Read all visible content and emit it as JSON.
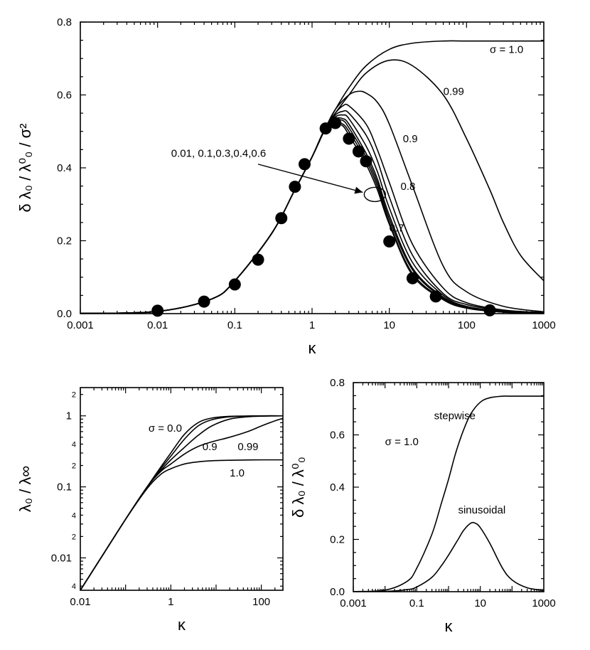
{
  "chart_data": [
    {
      "id": "top",
      "type": "line",
      "xscale": "log",
      "xlim": [
        0.001,
        1000
      ],
      "ylim": [
        0.0,
        0.8
      ],
      "xticks": [
        0.001,
        0.01,
        0.1,
        1,
        10,
        100,
        1000
      ],
      "xtick_labels": [
        "0.001",
        "0.01",
        "0.1",
        "1",
        "10",
        "100",
        "1000"
      ],
      "yticks": [
        0.0,
        0.2,
        0.4,
        0.6,
        0.8
      ],
      "ytick_labels": [
        "0.0",
        "0.2",
        "0.4",
        "0.6",
        "0.8"
      ],
      "xlabel": "κ",
      "ylabel": "δ λ₀ / λ⁰₀ / σ²",
      "series": [
        {
          "label": "σ = 1.0",
          "x": [
            0.001,
            0.01,
            0.05,
            0.1,
            0.3,
            0.6,
            1,
            1.5,
            2,
            3,
            5,
            10,
            20,
            50,
            100,
            300,
            1000
          ],
          "y": [
            0.0005,
            0.006,
            0.04,
            0.09,
            0.22,
            0.34,
            0.43,
            0.51,
            0.56,
            0.62,
            0.68,
            0.725,
            0.742,
            0.748,
            0.748,
            0.748,
            0.748
          ]
        },
        {
          "label": "0.99",
          "x": [
            0.001,
            0.01,
            0.05,
            0.1,
            0.3,
            0.6,
            1,
            1.5,
            2,
            3,
            5,
            10,
            20,
            50,
            100,
            200,
            300,
            500,
            1000
          ],
          "y": [
            0.0005,
            0.006,
            0.04,
            0.09,
            0.22,
            0.34,
            0.43,
            0.51,
            0.55,
            0.6,
            0.66,
            0.695,
            0.68,
            0.6,
            0.48,
            0.34,
            0.25,
            0.16,
            0.09
          ]
        },
        {
          "label": "0.9",
          "x": [
            0.001,
            0.01,
            0.05,
            0.1,
            0.3,
            0.6,
            1,
            1.5,
            2,
            3,
            4,
            5,
            7,
            10,
            20,
            50,
            100,
            300,
            1000
          ],
          "y": [
            0.0005,
            0.006,
            0.04,
            0.09,
            0.22,
            0.34,
            0.43,
            0.51,
            0.56,
            0.6,
            0.61,
            0.605,
            0.58,
            0.52,
            0.35,
            0.13,
            0.06,
            0.02,
            0.005
          ]
        },
        {
          "label": "0.8",
          "x": [
            0.001,
            0.01,
            0.05,
            0.1,
            0.3,
            0.6,
            1,
            1.5,
            2,
            2.5,
            3,
            5,
            7,
            10,
            20,
            50,
            100,
            300,
            1000
          ],
          "y": [
            0.0005,
            0.006,
            0.04,
            0.09,
            0.22,
            0.34,
            0.43,
            0.51,
            0.55,
            0.57,
            0.57,
            0.52,
            0.45,
            0.36,
            0.19,
            0.07,
            0.03,
            0.01,
            0.003
          ]
        },
        {
          "label": "0.7",
          "x": [
            0.001,
            0.01,
            0.05,
            0.1,
            0.3,
            0.6,
            1,
            1.5,
            2,
            2.5,
            3,
            5,
            7,
            10,
            20,
            50,
            100,
            300,
            1000
          ],
          "y": [
            0.0005,
            0.006,
            0.04,
            0.09,
            0.22,
            0.34,
            0.43,
            0.51,
            0.545,
            0.555,
            0.55,
            0.49,
            0.42,
            0.32,
            0.16,
            0.055,
            0.025,
            0.008,
            0.002
          ]
        },
        {
          "label": "0.6",
          "x": [
            0.001,
            0.01,
            0.05,
            0.1,
            0.3,
            0.6,
            1,
            1.5,
            2,
            2.5,
            3,
            5,
            7,
            10,
            20,
            50,
            100,
            300,
            1000
          ],
          "y": [
            0.0005,
            0.006,
            0.04,
            0.09,
            0.22,
            0.34,
            0.43,
            0.51,
            0.54,
            0.545,
            0.535,
            0.46,
            0.39,
            0.29,
            0.14,
            0.05,
            0.02,
            0.006,
            0.002
          ]
        },
        {
          "label": "0.4",
          "x": [
            0.001,
            0.01,
            0.05,
            0.1,
            0.3,
            0.6,
            1,
            1.5,
            2,
            2.5,
            3,
            5,
            7,
            10,
            20,
            50,
            100,
            300,
            1000
          ],
          "y": [
            0.0005,
            0.006,
            0.04,
            0.09,
            0.22,
            0.34,
            0.43,
            0.51,
            0.535,
            0.535,
            0.52,
            0.44,
            0.37,
            0.27,
            0.125,
            0.045,
            0.018,
            0.005,
            0.0015
          ]
        },
        {
          "label": "0.3",
          "x": [
            0.001,
            0.01,
            0.05,
            0.1,
            0.3,
            0.6,
            1,
            1.5,
            2,
            2.5,
            3,
            5,
            7,
            10,
            20,
            50,
            100,
            300,
            1000
          ],
          "y": [
            0.0005,
            0.006,
            0.04,
            0.09,
            0.22,
            0.34,
            0.43,
            0.51,
            0.53,
            0.53,
            0.51,
            0.43,
            0.36,
            0.26,
            0.12,
            0.042,
            0.017,
            0.005,
            0.0015
          ]
        },
        {
          "label": "0.1",
          "x": [
            0.001,
            0.01,
            0.05,
            0.1,
            0.3,
            0.6,
            1,
            1.5,
            2,
            2.5,
            3,
            5,
            7,
            10,
            20,
            50,
            100,
            300,
            1000
          ],
          "y": [
            0.0005,
            0.006,
            0.04,
            0.09,
            0.22,
            0.34,
            0.43,
            0.51,
            0.525,
            0.52,
            0.5,
            0.42,
            0.35,
            0.25,
            0.11,
            0.04,
            0.016,
            0.004,
            0.001
          ]
        },
        {
          "label": "0.01",
          "x": [
            0.001,
            0.01,
            0.05,
            0.1,
            0.3,
            0.6,
            1,
            1.5,
            2,
            2.5,
            3,
            5,
            7,
            10,
            20,
            50,
            100,
            300,
            1000
          ],
          "y": [
            0.0005,
            0.006,
            0.04,
            0.09,
            0.22,
            0.34,
            0.43,
            0.51,
            0.52,
            0.515,
            0.49,
            0.41,
            0.34,
            0.245,
            0.105,
            0.038,
            0.015,
            0.004,
            0.001
          ]
        }
      ],
      "points": {
        "x": [
          0.01,
          0.04,
          0.1,
          0.2,
          0.4,
          0.6,
          0.8,
          1.5,
          2,
          3,
          4,
          5,
          10,
          20,
          40,
          200
        ],
        "y": [
          0.008,
          0.033,
          0.08,
          0.148,
          0.262,
          0.348,
          0.41,
          0.508,
          0.523,
          0.48,
          0.445,
          0.418,
          0.198,
          0.097,
          0.047,
          0.009
        ]
      },
      "annotations": [
        {
          "text": "σ = 1.0",
          "x": 200,
          "y": 0.715
        },
        {
          "text": "0.99",
          "x": 50,
          "y": 0.6
        },
        {
          "text": "0.9",
          "x": 15,
          "y": 0.47
        },
        {
          "text": "0.8",
          "x": 14,
          "y": 0.34
        },
        {
          "text": "0.7",
          "x": 10,
          "y": 0.225
        },
        {
          "text": "0.01, 0.1,0.3,0.4,0.6",
          "x": 0.015,
          "y": 0.43
        }
      ]
    },
    {
      "id": "bottom-left",
      "type": "line",
      "xscale": "log",
      "yscale": "log",
      "xlim": [
        0.01,
        300
      ],
      "ylim": [
        0.0035,
        2.5
      ],
      "xticks": [
        0.01,
        1,
        100
      ],
      "xtick_labels": [
        "0.01",
        "1",
        "100"
      ],
      "yticks": [
        0.01,
        0.1,
        1
      ],
      "ytick_labels": [
        "0.01",
        "0.1",
        "1"
      ],
      "ytick_minor_labels": [
        {
          "v": 0.004,
          "t": "4"
        },
        {
          "v": 0.02,
          "t": "2"
        },
        {
          "v": 0.04,
          "t": "4"
        },
        {
          "v": 0.2,
          "t": "2"
        },
        {
          "v": 0.4,
          "t": "4"
        },
        {
          "v": 2,
          "t": "2"
        }
      ],
      "xlabel": "κ",
      "ylabel": "λ₀ / λ∞",
      "series": [
        {
          "label": "σ = 0.0",
          "x": [
            0.01,
            0.03,
            0.1,
            0.3,
            0.6,
            1,
            2,
            4,
            8,
            20,
            50,
            100,
            300
          ],
          "y": [
            0.0035,
            0.0105,
            0.035,
            0.1,
            0.19,
            0.3,
            0.55,
            0.8,
            0.93,
            0.985,
            0.995,
            1.0,
            1.0
          ]
        },
        {
          "label": "0.6",
          "x": [
            0.01,
            0.03,
            0.1,
            0.3,
            0.6,
            1,
            2,
            4,
            8,
            20,
            50,
            100,
            300
          ],
          "y": [
            0.0035,
            0.0105,
            0.035,
            0.1,
            0.18,
            0.27,
            0.47,
            0.72,
            0.88,
            0.97,
            0.99,
            1.0,
            1.0
          ]
        },
        {
          "label": "0.9",
          "x": [
            0.01,
            0.03,
            0.1,
            0.3,
            0.6,
            1,
            2,
            4,
            8,
            20,
            50,
            100,
            300
          ],
          "y": [
            0.0035,
            0.0105,
            0.035,
            0.1,
            0.17,
            0.24,
            0.36,
            0.53,
            0.72,
            0.9,
            0.97,
            0.99,
            1.0
          ]
        },
        {
          "label": "0.99",
          "x": [
            0.01,
            0.03,
            0.1,
            0.3,
            0.6,
            1,
            2,
            4,
            8,
            20,
            50,
            100,
            200,
            300
          ],
          "y": [
            0.0035,
            0.0105,
            0.035,
            0.1,
            0.165,
            0.21,
            0.29,
            0.37,
            0.43,
            0.5,
            0.6,
            0.72,
            0.85,
            0.92
          ]
        },
        {
          "label": "1.0",
          "x": [
            0.01,
            0.03,
            0.1,
            0.3,
            0.6,
            1,
            2,
            4,
            8,
            20,
            50,
            100,
            300
          ],
          "y": [
            0.0035,
            0.0105,
            0.035,
            0.095,
            0.15,
            0.18,
            0.21,
            0.225,
            0.233,
            0.237,
            0.239,
            0.24,
            0.24
          ]
        }
      ],
      "annotations": [
        {
          "text": "σ = 0.0",
          "x": 0.32,
          "y": 0.6
        },
        {
          "text": "0.9",
          "x": 5,
          "y": 0.33
        },
        {
          "text": "0.99",
          "x": 30,
          "y": 0.33
        },
        {
          "text": "1.0",
          "x": 20,
          "y": 0.14
        }
      ]
    },
    {
      "id": "bottom-right",
      "type": "line",
      "xscale": "log",
      "xlim": [
        0.001,
        1000
      ],
      "ylim": [
        0.0,
        0.8
      ],
      "xticks": [
        0.001,
        0.1,
        10,
        1000
      ],
      "xtick_labels": [
        "0.001",
        "0.1",
        "10",
        "1000"
      ],
      "yticks": [
        0.0,
        0.2,
        0.4,
        0.6,
        0.8
      ],
      "ytick_labels": [
        "0.0",
        "0.2",
        "0.4",
        "0.6",
        "0.8"
      ],
      "xlabel": "κ",
      "ylabel": "δ λ₀ / λ⁰₀",
      "series": [
        {
          "label": "stepwise",
          "x": [
            0.001,
            0.01,
            0.05,
            0.1,
            0.3,
            0.6,
            1,
            1.5,
            2,
            3,
            5,
            10,
            20,
            50,
            100,
            300,
            1000
          ],
          "y": [
            0.0005,
            0.006,
            0.04,
            0.09,
            0.22,
            0.34,
            0.43,
            0.51,
            0.56,
            0.62,
            0.68,
            0.725,
            0.742,
            0.748,
            0.748,
            0.748,
            0.748
          ]
        },
        {
          "label": "sinusoidal",
          "x": [
            0.001,
            0.01,
            0.05,
            0.1,
            0.3,
            0.6,
            1,
            2,
            3,
            5,
            7,
            10,
            20,
            50,
            100,
            300,
            1000
          ],
          "y": [
            0.0001,
            0.001,
            0.008,
            0.018,
            0.055,
            0.1,
            0.14,
            0.2,
            0.235,
            0.262,
            0.262,
            0.245,
            0.185,
            0.09,
            0.045,
            0.015,
            0.005
          ]
        }
      ],
      "annotations": [
        {
          "text": "stepwise",
          "x": 0.35,
          "y": 0.66
        },
        {
          "text": "σ = 1.0",
          "x": 0.01,
          "y": 0.56
        },
        {
          "text": "sinusoidal",
          "x": 2,
          "y": 0.3
        }
      ]
    }
  ]
}
